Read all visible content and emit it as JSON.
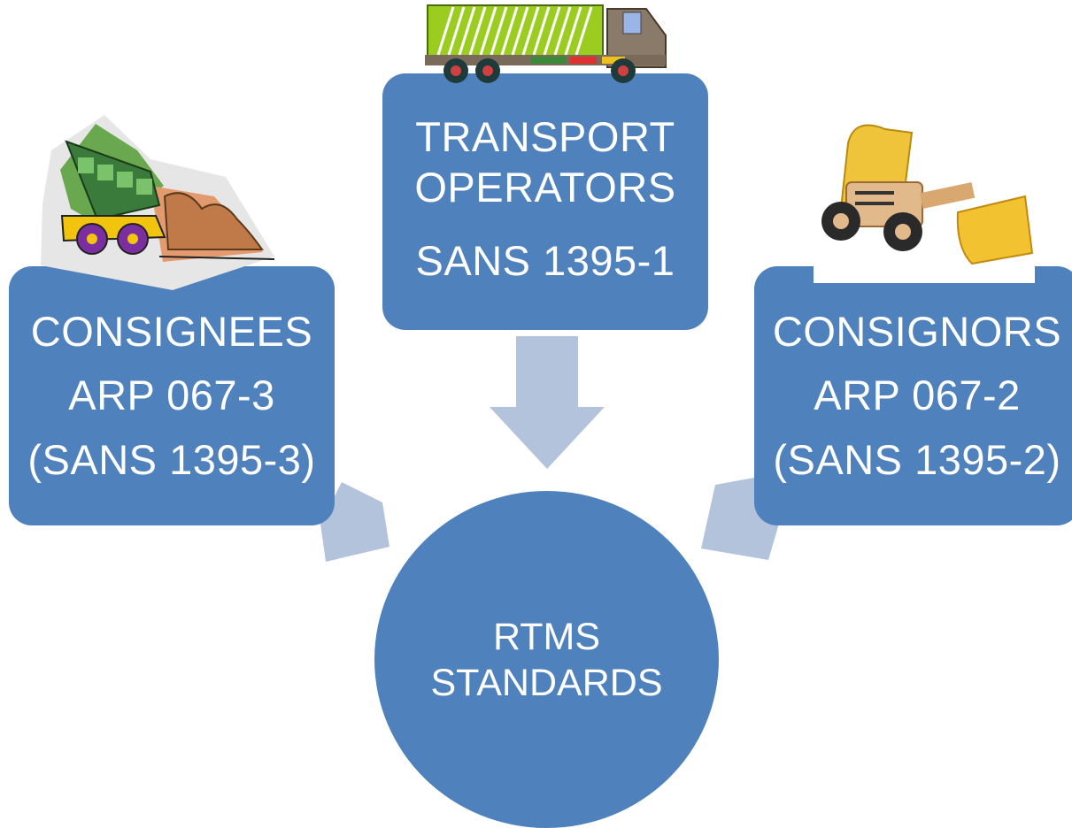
{
  "transport": {
    "line1": "TRANSPORT",
    "line2": "OPERATORS",
    "standard": "SANS 1395-1",
    "icon": "truck-icon"
  },
  "consignees": {
    "title": "CONSIGNEES",
    "standard": "ARP 067-3",
    "sans": "(SANS 1395-3)",
    "icon": "dump-truck-icon"
  },
  "consignors": {
    "title": "CONSIGNORS",
    "standard": "ARP 067-2",
    "sans": "(SANS 1395-2)",
    "icon": "toy-loader-icon"
  },
  "hub": {
    "line1": "RTMS",
    "line2": "STANDARDS"
  },
  "colors": {
    "box": "#4f81bd",
    "arrow": "#b3c3dc",
    "text": "#ffffff"
  }
}
